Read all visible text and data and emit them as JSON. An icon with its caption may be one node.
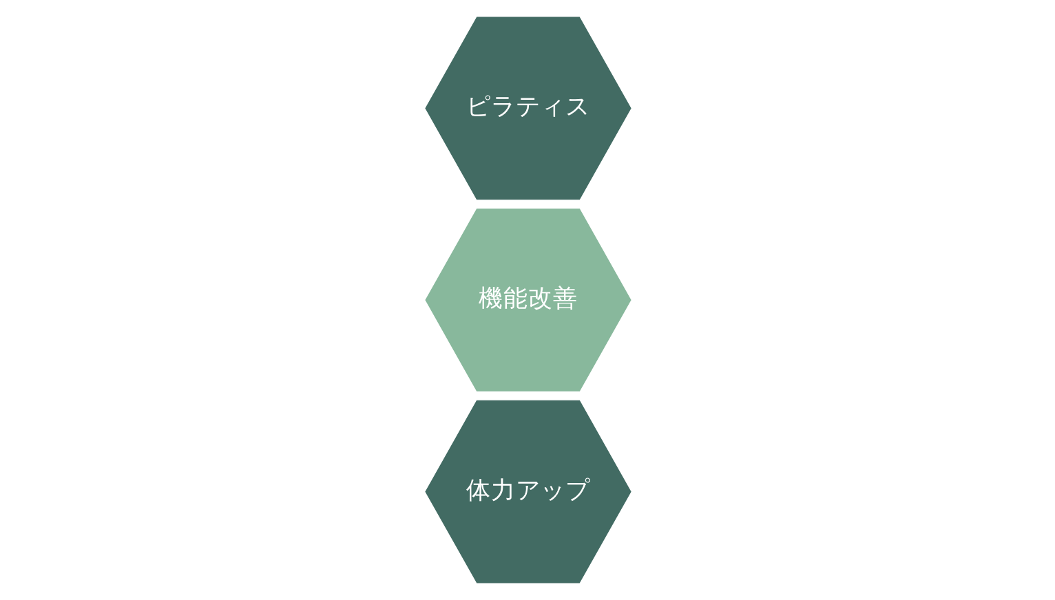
{
  "diagram": {
    "nodes": [
      {
        "text": [
          "ピラティス"
        ]
      },
      {
        "text": [
          "機能改善"
        ]
      },
      {
        "text": [
          "体力アップ"
        ]
      }
    ]
  }
}
